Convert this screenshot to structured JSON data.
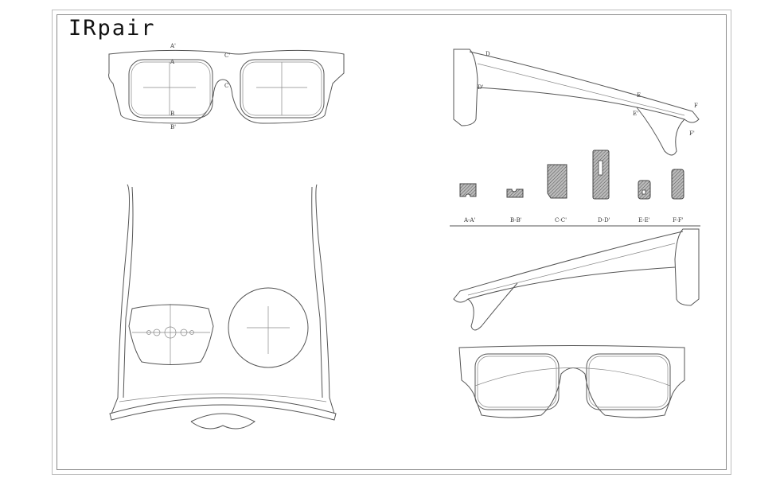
{
  "brand": "IRpair",
  "front_view_markers": [
    "A",
    "A'",
    "B",
    "B'",
    "C",
    "C'"
  ],
  "side_view_markers": [
    "D",
    "D'",
    "E",
    "E'",
    "F",
    "F'"
  ],
  "sections": [
    "A-A'",
    "B-B'",
    "C-C'",
    "D-D'",
    "E-E'",
    "F-F'"
  ]
}
